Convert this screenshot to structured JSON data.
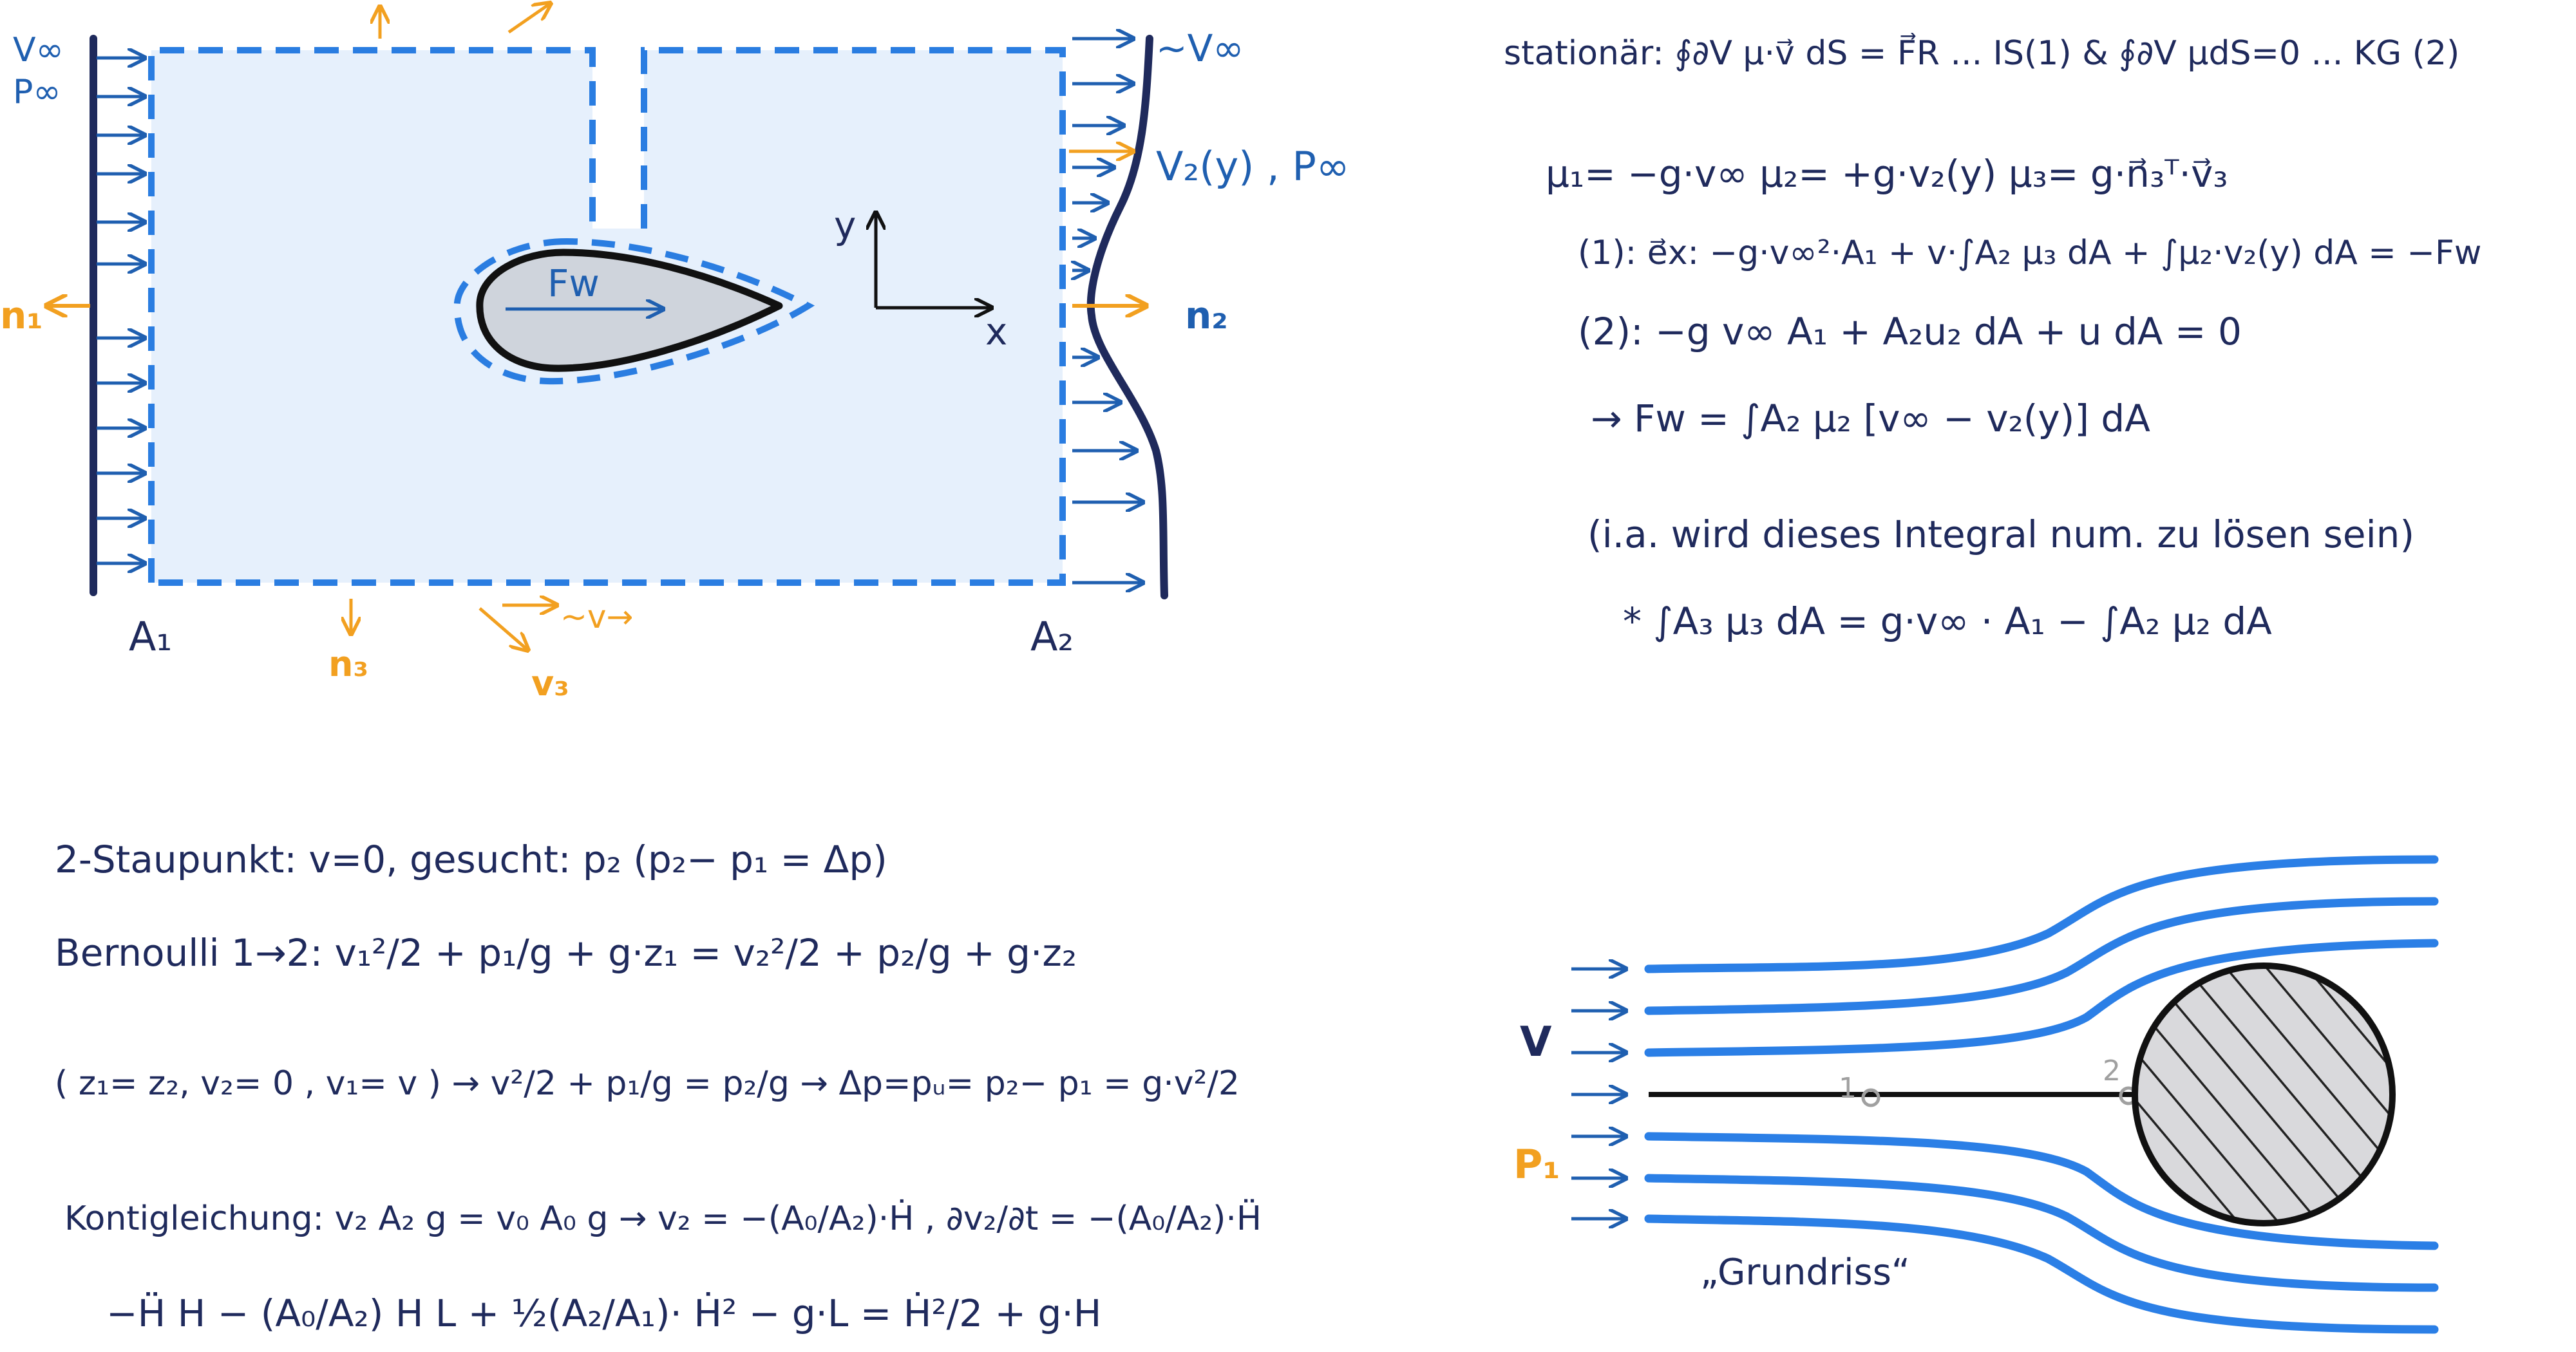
{
  "control_volume": {
    "inlet_labels": [
      "V∞",
      "P∞"
    ],
    "outlet_velocity_label": "~V∞",
    "outlet_profile_label": "V₂(y) , P∞",
    "force_label": "Fw",
    "axis_y": "y",
    "axis_x": "x",
    "n1_label": "n₁",
    "n2_label": "n₂",
    "n3_label": "n₃",
    "v3_label": "v₃",
    "v3_approx_label": "~v→",
    "a1_label": "A₁",
    "a2_label": "A₂"
  },
  "equations_right": {
    "line1": "stationär: ∮∂V μ·v⃗ dS = F⃗R ... IS(1)  &  ∮∂V μdS=0 ... KG (2)",
    "line2": "μ₁= −g·v∞      μ₂= +g·v₂(y)      μ₃= g·n⃗₃ᵀ·v⃗₃",
    "line3": "(1):  e⃗x: −g·v∞²·A₁ + v·∫A₂ μ₃ dA + ∫μ₂·v₂(y) dA = −Fw",
    "line4": "(2): −g v∞  A₁ + A₂u₂ dA + u  dA = 0",
    "line5": "→  Fw = ∫A₂ μ₂ [v∞ − v₂(y)] dA",
    "line6": "(i.a. wird dieses Integral num. zu lösen sein)",
    "line7": "*  ∫A₃ μ₃ dA = g·v∞ · A₁ − ∫A₂ μ₂ dA"
  },
  "equations_bottom": {
    "line1": "2-Staupunkt: v=0, gesucht: p₂    (p₂− p₁ = Δp)",
    "line2": "Bernoulli 1→2:  v₁²/2 + p₁/g + g·z₁ = v₂²/2 + p₂/g + g·z₂",
    "line3": "( z₁= z₂, v₂= 0 , v₁= v )  →  v²/2 + p₁/g = p₂/g  →  Δp=pᵤ= p₂− p₁ =  g·v²/2",
    "line4": "Kontigleichung:  v₂ A₂ g = v₀ A₀ g  →  v₂ = −(A₀/A₂)·Ḣ ,  ∂v₂/∂t = −(A₀/A₂)·Ḧ",
    "line5": "−Ḧ H − (A₀/A₂) H L + ½(A₂/A₁)· Ḣ² − g·L  =  Ḣ²/2 + g·H"
  },
  "flow_diagram": {
    "v_label": "V",
    "p1_label": "P₁",
    "point1_label": "1",
    "point2_label": "2",
    "caption": "„Grundriss“"
  },
  "colors": {
    "navy": "#1f2a5c",
    "blue": "#1f5fb0",
    "dashed_blue": "#2a7de1",
    "fill_light_blue": "#e6f0fc",
    "orange": "#f2a020",
    "streamline_blue": "#2b7fe6",
    "gray": "#a0a0a0"
  }
}
